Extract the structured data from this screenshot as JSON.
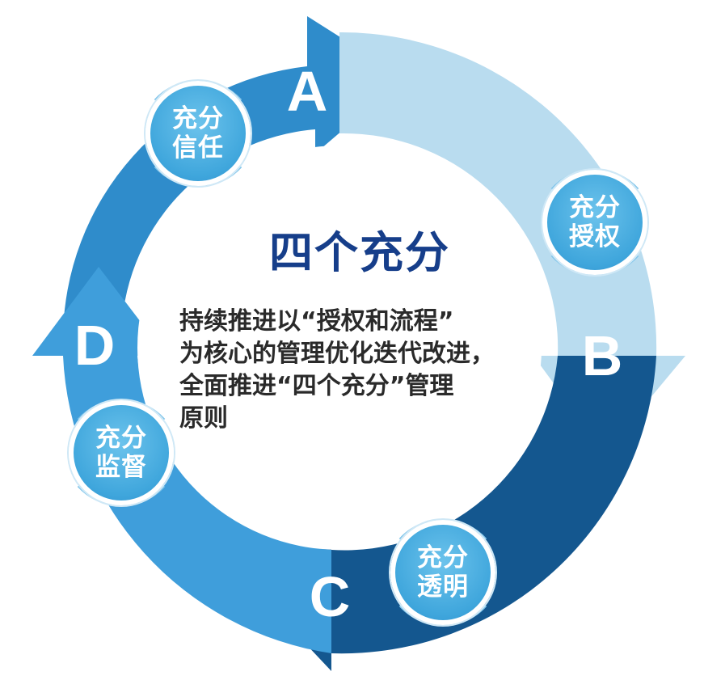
{
  "center": {
    "title": "四个充分",
    "description_lines": [
      "持续推进以“授权和流程”",
      "为核心的管理优化迭代改进，",
      "全面推进“四个充分”管理",
      "原则"
    ]
  },
  "stages": [
    {
      "letter": "A",
      "badge_line1": "充分",
      "badge_line2": "信任"
    },
    {
      "letter": "B",
      "badge_line1": "充分",
      "badge_line2": "授权"
    },
    {
      "letter": "C",
      "badge_line1": "充分",
      "badge_line2": "透明"
    },
    {
      "letter": "D",
      "badge_line1": "充分",
      "badge_line2": "监督"
    }
  ],
  "colors": {
    "segment_a": "#2f8ccb",
    "segment_b_light": "#b9dcef",
    "segment_c": "#14578f",
    "segment_d": "#3f9edb",
    "title": "#163e8a"
  }
}
